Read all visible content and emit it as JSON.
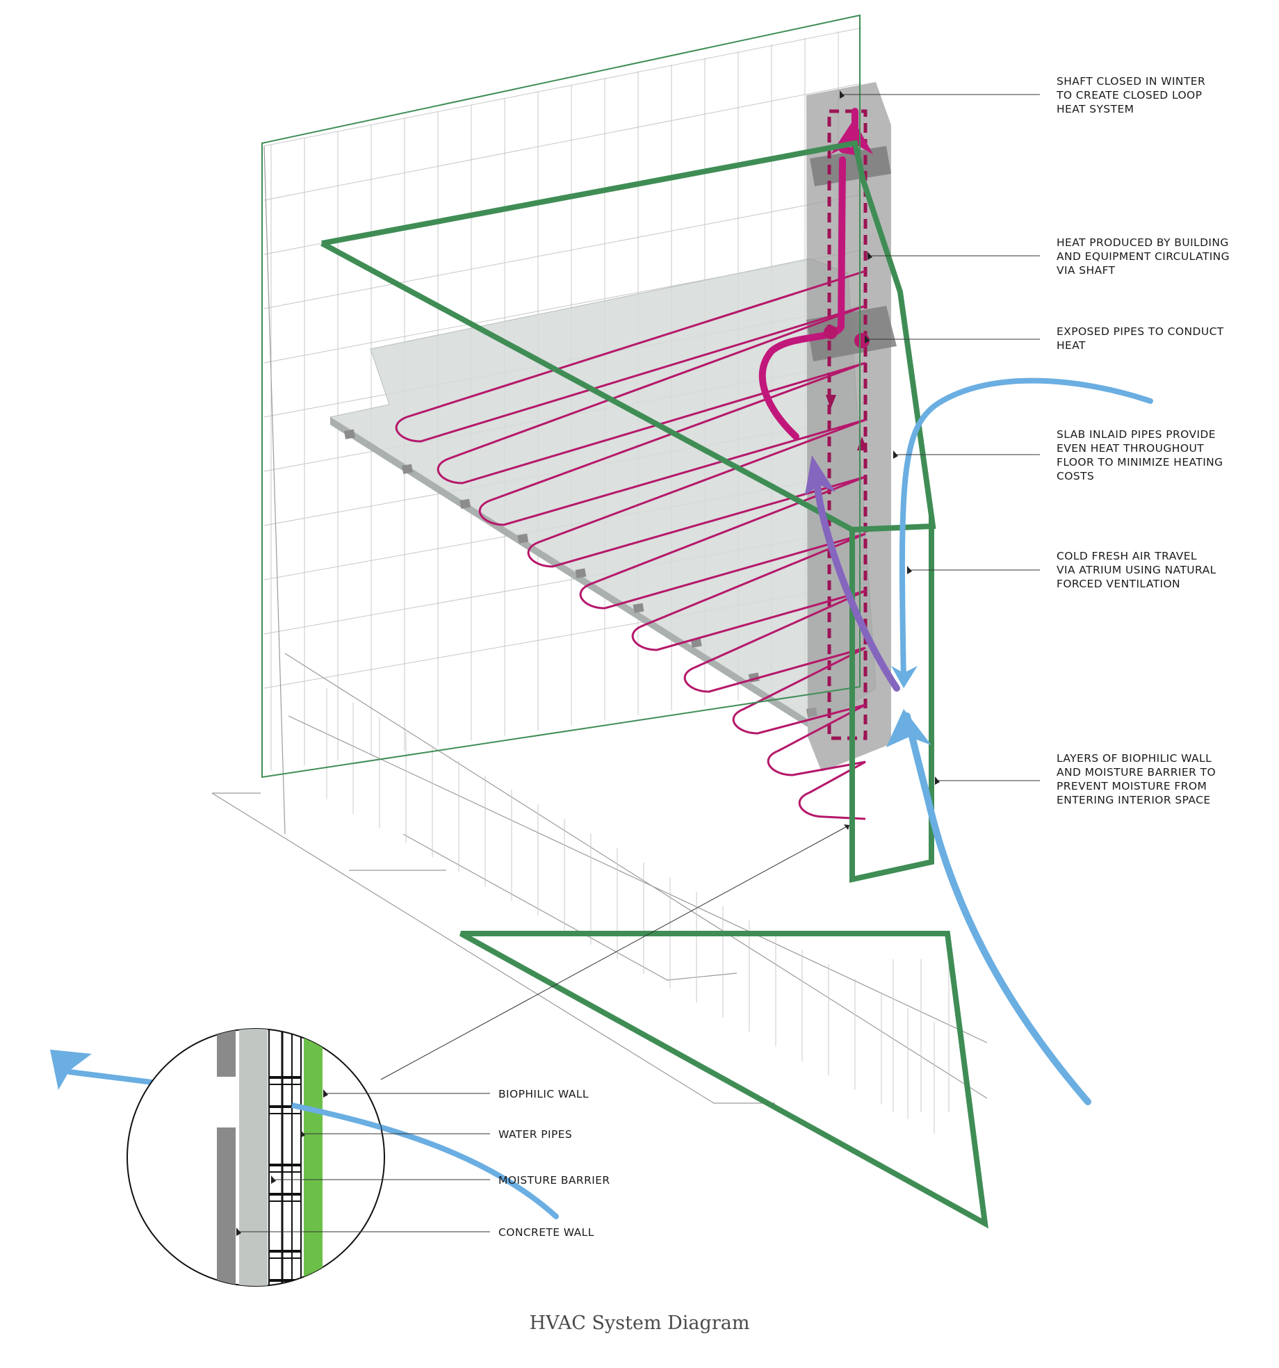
{
  "caption": "HVAC System Diagram",
  "colors": {
    "green_outline": "#3f8d55",
    "magenta_pipe": "#b5186b",
    "blue_air": "#6aaee2",
    "purple_air": "#8566be",
    "shaft_gray": "#9d9d9d",
    "slab_gray": "#d6dbd9",
    "biophilic_green": "#6cc04a"
  },
  "callouts": [
    {
      "id": "shaft",
      "lines": [
        "SHAFT CLOSED IN WINTER",
        "TO CREATE CLOSED LOOP",
        "HEAT SYSTEM"
      ]
    },
    {
      "id": "heat",
      "lines": [
        "HEAT PRODUCED BY BUILDING",
        "AND EQUIPMENT CIRCULATING",
        "VIA SHAFT"
      ]
    },
    {
      "id": "pipes",
      "lines": [
        "EXPOSED PIPES TO CONDUCT",
        "HEAT"
      ]
    },
    {
      "id": "slab",
      "lines": [
        "SLAB INLAID PIPES PROVIDE",
        "EVEN HEAT THROUGHOUT",
        "FLOOR TO MINIMIZE HEATING",
        "COSTS"
      ]
    },
    {
      "id": "air",
      "lines": [
        "COLD FRESH AIR TRAVEL",
        "VIA ATRIUM USING NATURAL",
        "FORCED VENTILATION"
      ]
    },
    {
      "id": "wall",
      "lines": [
        "LAYERS OF BIOPHILIC WALL",
        "AND MOISTURE BARRIER TO",
        "PREVENT MOISTURE FROM",
        "ENTERING INTERIOR SPACE"
      ]
    }
  ],
  "inset_labels": [
    "BIOPHILIC WALL",
    "WATER PIPES",
    "MOISTURE BARRIER",
    "CONCRETE WALL"
  ]
}
